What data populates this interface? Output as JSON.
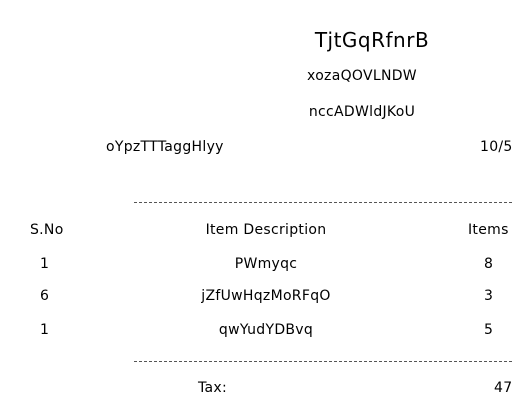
{
  "header": {
    "title": "TjtGqRfnrB",
    "line1": "xozaQOVLNDW",
    "line2": "nccADWldJKoU"
  },
  "meta": {
    "customer": "oYpzTTTaggHlyy",
    "date": "10/5"
  },
  "table": {
    "columns": {
      "sno": "S.No",
      "description": "Item Description",
      "items": "Items"
    },
    "rows": [
      {
        "sno": "1",
        "description": "PWmyqc",
        "items": "8"
      },
      {
        "sno": "6",
        "description": "jZfUwHqzMoRFqO",
        "items": "3"
      },
      {
        "sno": "1",
        "description": "qwYudYDBvq",
        "items": "5"
      }
    ]
  },
  "totals": {
    "tax_label": "Tax:",
    "tax_value": "47"
  }
}
